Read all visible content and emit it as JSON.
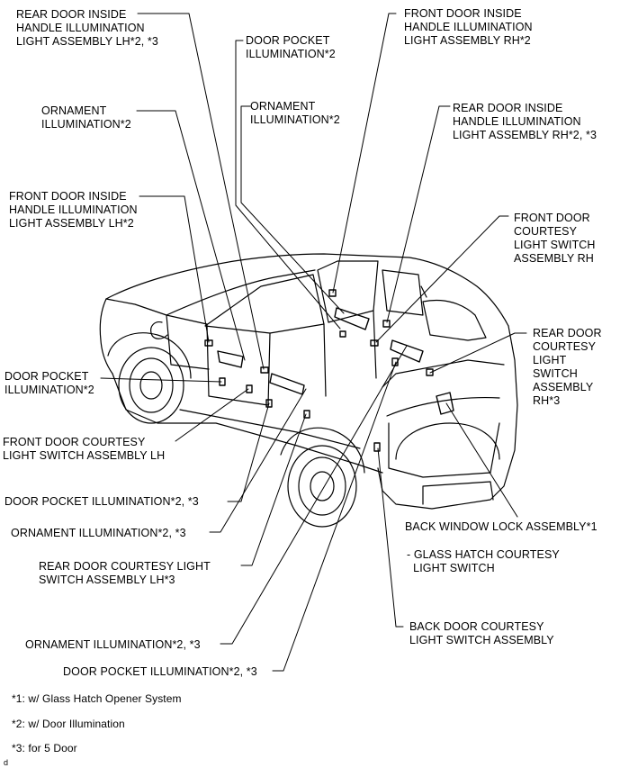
{
  "labels": {
    "rear_door_handle_lh": "REAR DOOR INSIDE\nHANDLE ILLUMINATION\nLIGHT ASSEMBLY LH*2, *3",
    "door_pocket_2_top": "DOOR POCKET\nILLUMINATION*2",
    "front_door_handle_rh": "FRONT DOOR INSIDE\nHANDLE ILLUMINATION\nLIGHT ASSEMBLY RH*2",
    "ornament_2_left": "ORNAMENT\nILLUMINATION*2",
    "ornament_2_mid": "ORNAMENT\nILLUMINATION*2",
    "rear_door_handle_rh": "REAR DOOR INSIDE\nHANDLE ILLUMINATION\nLIGHT ASSEMBLY RH*2, *3",
    "front_door_handle_lh": "FRONT DOOR INSIDE\nHANDLE ILLUMINATION\nLIGHT ASSEMBLY LH*2",
    "front_courtesy_rh": "FRONT DOOR\nCOURTESY\nLIGHT SWITCH\nASSEMBLY RH",
    "rear_courtesy_rh": "REAR DOOR\nCOURTESY\nLIGHT\nSWITCH\nASSEMBLY\nRH*3",
    "door_pocket_2_left": "DOOR POCKET\nILLUMINATION*2",
    "front_courtesy_lh": "FRONT DOOR COURTESY\nLIGHT SWITCH ASSEMBLY LH",
    "door_pocket_23_a": "DOOR POCKET ILLUMINATION*2, *3",
    "ornament_23_a": "ORNAMENT ILLUMINATION*2, *3",
    "rear_courtesy_lh": "REAR DOOR COURTESY LIGHT\nSWITCH ASSEMBLY LH*3",
    "back_window_lock": "BACK WINDOW LOCK ASSEMBLY*1",
    "glass_hatch": "- GLASS HATCH COURTESY\n  LIGHT SWITCH",
    "back_door_courtesy": "BACK DOOR COURTESY\nLIGHT SWITCH ASSEMBLY",
    "ornament_23_b": "ORNAMENT ILLUMINATION*2, *3",
    "door_pocket_23_b": "DOOR POCKET ILLUMINATION*2, *3"
  },
  "notes": [
    "*1: w/ Glass Hatch Opener System",
    "*2: w/ Door Illumination",
    "*3: for 5 Door"
  ],
  "figure_code": "d",
  "colors": {
    "line": "#000000",
    "background": "#ffffff"
  }
}
